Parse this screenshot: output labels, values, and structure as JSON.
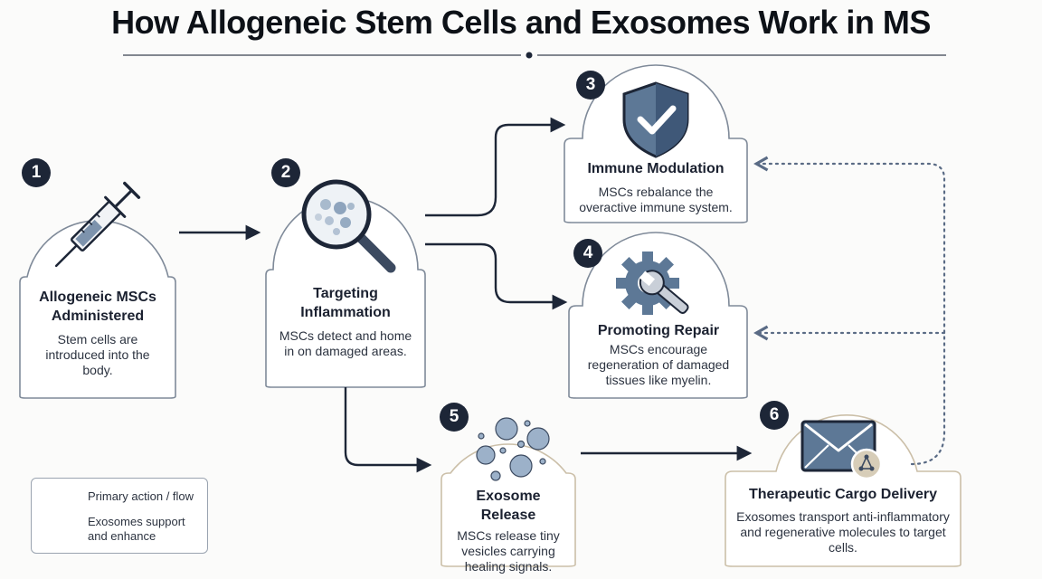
{
  "title": "How Allogeneic Stem Cells and Exosomes Work in MS",
  "colors": {
    "primary": "#1d2637",
    "card_border": "#7f8a99",
    "card_border_warm": "#cbbfa8",
    "dotted": "#5a6b85",
    "icon_blue": "#5d7896"
  },
  "nodes": [
    {
      "number": "1",
      "title": "Allogeneic MSCs Administered",
      "description": "Stem cells are introduced into the body.",
      "icon": "syringe-icon"
    },
    {
      "number": "2",
      "title": "Targeting Inflammation",
      "description": "MSCs detect and home in on damaged areas.",
      "icon": "magnifier-icon"
    },
    {
      "number": "3",
      "title": "Immune Modulation",
      "description": "MSCs rebalance the overactive immune system.",
      "icon": "shield-check-icon"
    },
    {
      "number": "4",
      "title": "Promoting Repair",
      "description": "MSCs encourage regeneration of damaged tissues like myelin.",
      "icon": "gear-wrench-icon"
    },
    {
      "number": "5",
      "title": "Exosome Release",
      "description": "MSCs release tiny vesicles carrying healing signals.",
      "icon": "vesicles-icon"
    },
    {
      "number": "6",
      "title": "Therapeutic Cargo Delivery",
      "description": "Exosomes transport anti-inflammatory and regenerative molecules to target cells.",
      "icon": "envelope-icon"
    }
  ],
  "legend": {
    "primary_label": "Primary action / flow",
    "dotted_label": "Exosomes support and enhance"
  }
}
